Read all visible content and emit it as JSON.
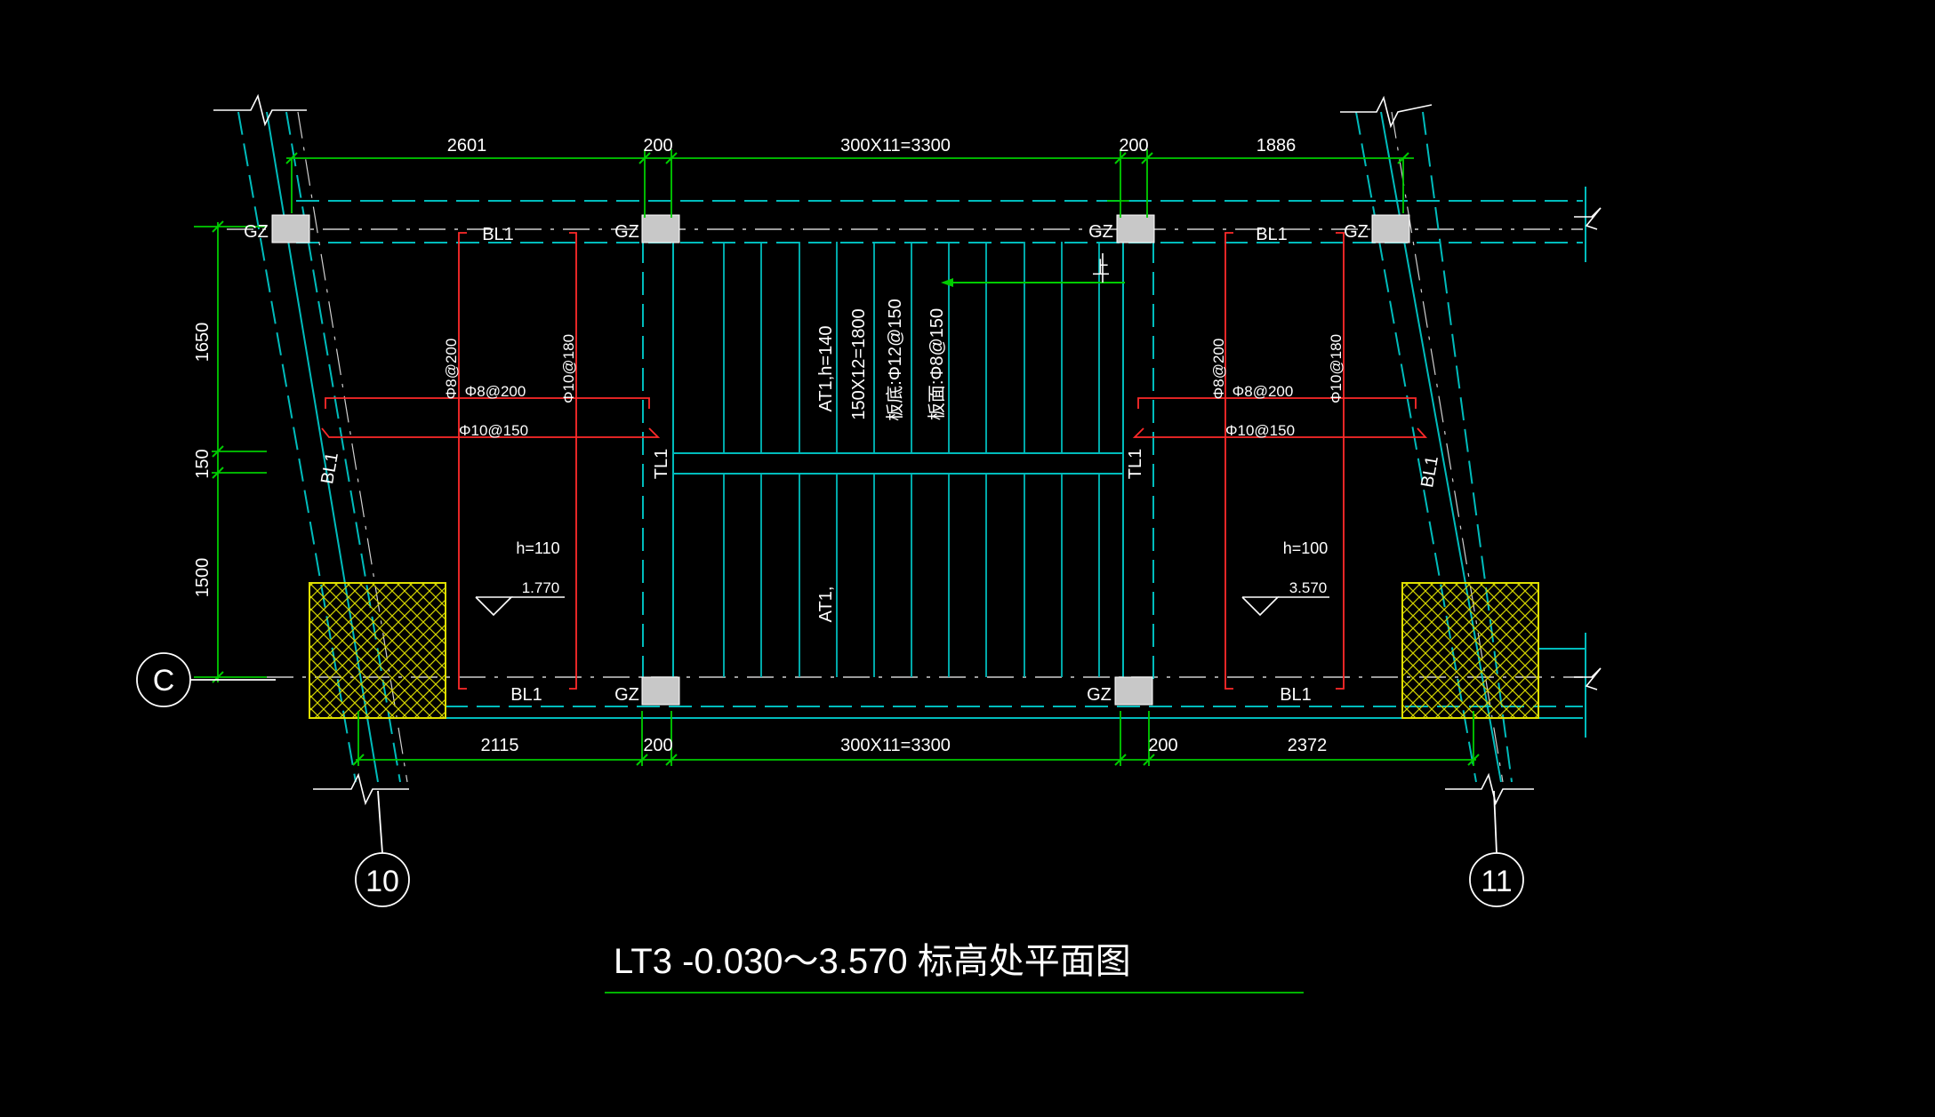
{
  "drawing": {
    "title": "LT3 -0.030～3.570 标高处平面图",
    "colors": {
      "background": "#000000",
      "dim": "#00cc00",
      "axis": "#00bcbc",
      "rebar": "#ff2a2a",
      "text": "#ffffff",
      "hatch": "#d4d400",
      "column": "#c8c8c8"
    },
    "grid_bubbles": {
      "left": "10",
      "right": "11",
      "row": "C"
    },
    "top_dims": [
      "2601",
      "200",
      "300X11=3300",
      "200",
      "1886"
    ],
    "bottom_dims": [
      "2115",
      "200",
      "300X11=3300",
      "200",
      "2372"
    ],
    "left_dims": [
      "1650",
      "150",
      "1500"
    ],
    "columns_top": [
      "GZ",
      "GZ",
      "GZ",
      "GZ"
    ],
    "columns_bottom": [
      "GZ",
      "GZ"
    ],
    "beams": {
      "top_left": "BL1",
      "top_right": "BL1",
      "bottom_left": "BL1",
      "bottom_right": "BL1",
      "side_left": "BL1",
      "side_right": "BL1",
      "landing_left": "TL1",
      "landing_right": "TL1"
    },
    "stair": {
      "upper_label": "AT1,h=140",
      "steps": "150X12=1800",
      "bottom_bar": "板底:Φ12@150",
      "top_bar": "板面:Φ8@150",
      "lower_label": "AT1,",
      "up_arrow": "上"
    },
    "left_slab": {
      "bar_v1": "Φ8@200",
      "bar_v2": "Φ10@180",
      "bar_h1": "Φ8@200",
      "bar_h2": "Φ10@150",
      "thickness": "h=110",
      "elevation": "1.770"
    },
    "right_slab": {
      "bar_v1": "Φ8@200",
      "bar_v2": "Φ10@180",
      "bar_h1": "Φ8@200",
      "bar_h2": "Φ10@150",
      "thickness": "h=100",
      "elevation": "3.570"
    }
  }
}
